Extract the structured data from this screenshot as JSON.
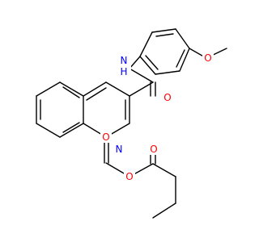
{
  "diagram": {
    "type": "chemical-structure",
    "colors": {
      "bond": "#000000",
      "nitrogen": "#0000ff",
      "oxygen": "#ff0000",
      "background": "#ffffff"
    },
    "atom_labels": {
      "amide_nh": "N",
      "amide_h": "H",
      "amide_o": "O",
      "methoxy_o": "O",
      "ring_o": "O",
      "oxime_n": "N",
      "oxime_o": "O",
      "ester_carbonyl_o": "O"
    }
  }
}
